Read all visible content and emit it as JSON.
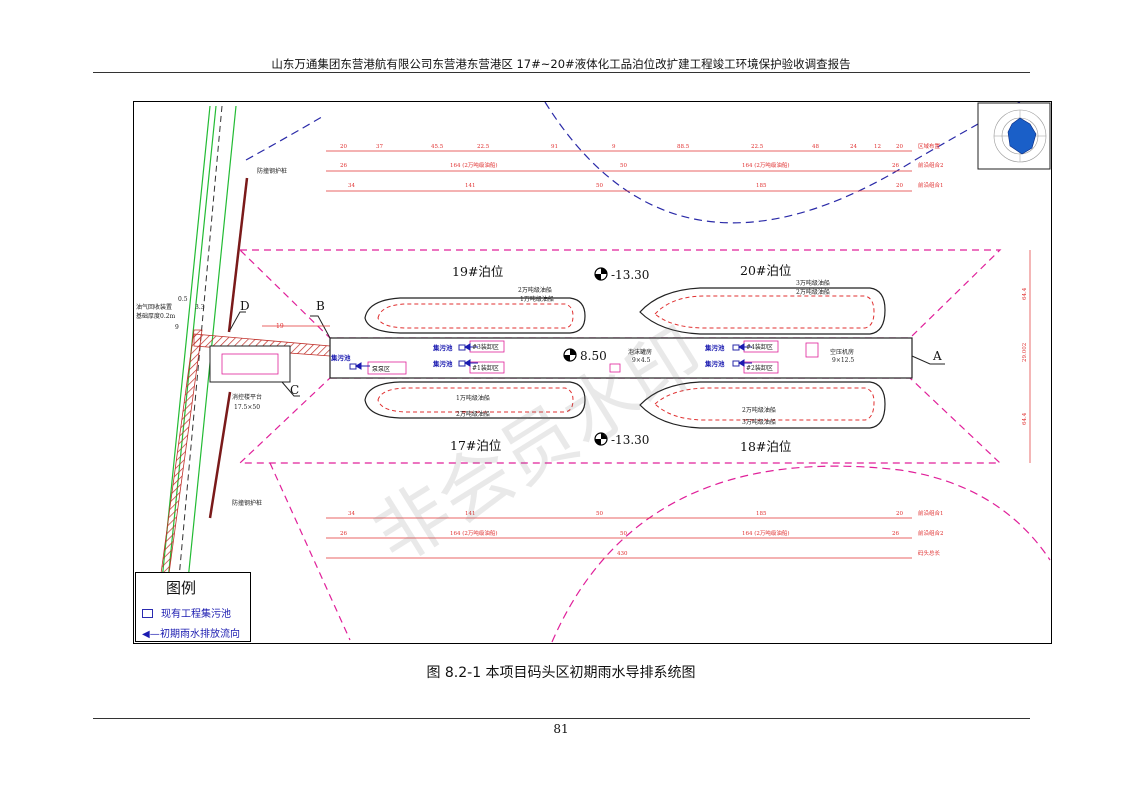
{
  "page": {
    "header_title": "山东万通集团东营港航有限公司东营港东营港区 17#~20#液体化工品泊位改扩建工程竣工环境保护验收调查报告",
    "caption": "图 8.2-1    本项目码头区初期雨水导排系统图",
    "page_number": "81"
  },
  "drawing": {
    "berths": {
      "berth19": "19#泊位",
      "berth20": "20#泊位",
      "berth17": "17#泊位",
      "berth18": "18#泊位"
    },
    "depths": {
      "top": "-13.30",
      "middle": "8.50",
      "bottom": "-13.30"
    },
    "points": {
      "A": "A",
      "B": "B",
      "C": "C",
      "D": "D"
    },
    "ships": {
      "ship19_l1": "2万吨级油船",
      "ship19_l2": "1万吨级油船",
      "ship20_l1": "3万吨级油船",
      "ship20_l2": "2万吨级油船",
      "ship17_l1": "1万吨级油船",
      "ship17_l2": "2万吨级油船",
      "ship18_l1": "2万吨级油船",
      "ship18_l2": "3万吨级油船"
    },
    "areas": {
      "pool_w": "集污池",
      "pump_area": "泵泵区",
      "pool_3": "集污池",
      "unload_3": "#3装卸区",
      "pool_1": "集污池",
      "unload_1": "#1装卸区",
      "foam_room": "泡沫罐房",
      "foam_size": "9×4.5",
      "pool_4": "集污池",
      "unload_4": "#4装卸区",
      "pool_2": "集污池",
      "unload_2": "#2装卸区",
      "air_room": "空压机房",
      "air_size": "9×12.5"
    },
    "labels": {
      "protect_top": "防撞钢护桩",
      "protect_bottom": "防撞钢护桩",
      "oil_gas_1": "油气回收装置",
      "oil_gas_2": "基础厚度0.2m",
      "control_1": "消控楼平台",
      "control_2": "17.5×50",
      "dim_05": "0.5",
      "dim_33": "3.3",
      "dim_19": "19",
      "dim_9": "9"
    },
    "dims_top1": [
      "20",
      "37",
      "45.5",
      "22.5",
      "91",
      "9",
      "88.5",
      "22.5",
      "48",
      "24",
      "12",
      "20",
      "区域布置"
    ],
    "dims_top2": [
      "26",
      "164 (2万吨级油船)",
      "50",
      "164 (2万吨级油船)",
      "26",
      "前沿组合2"
    ],
    "dims_top3": [
      "34",
      "141",
      "50",
      "185",
      "20",
      "前沿组合1"
    ],
    "dims_bot1": [
      "34",
      "141",
      "50",
      "185",
      "20",
      "前沿组合1"
    ],
    "dims_bot2": [
      "26",
      "164 (2万吨级油船)",
      "50",
      "164 (2万吨级油船)",
      "26",
      "前沿组合2"
    ],
    "dims_bot3": [
      "430",
      "码头总长"
    ],
    "dims_right": [
      "64.4",
      "29.002",
      "64.4"
    ]
  },
  "legend": {
    "title": "图例",
    "item_pool": "现有工程集污池",
    "item_flow": "初期雨水排放流向"
  },
  "watermark": "非会员水印",
  "colors": {
    "magenta": "#e0209a",
    "red": "#e03030",
    "blue": "#1a1ab0",
    "navy": "#2a2aa8",
    "green": "#22bb33",
    "hatch": "#c0302a"
  }
}
